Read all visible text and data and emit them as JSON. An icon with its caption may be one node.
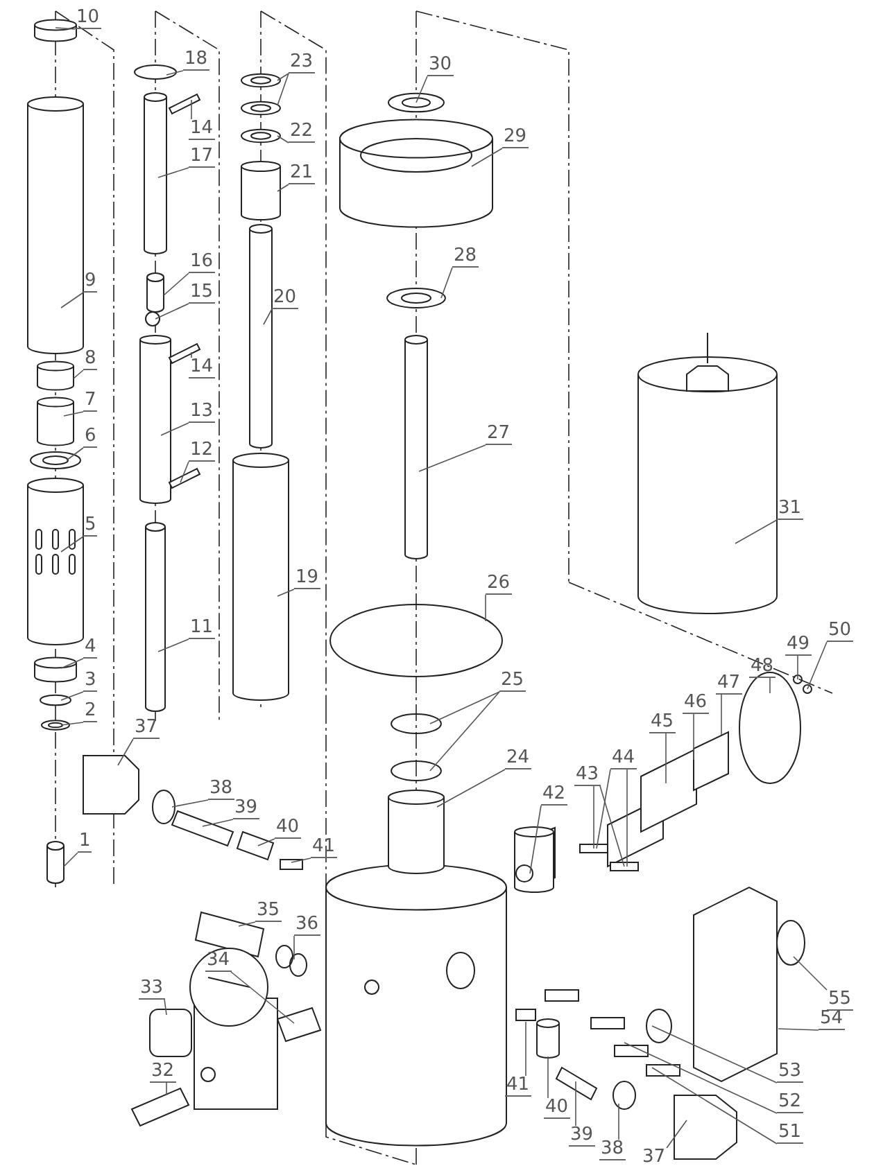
{
  "diagram": {
    "nodes": [
      {
        "text": [
          "10"
        ]
      },
      {
        "text": [
          "18"
        ]
      },
      {
        "text": [
          "23"
        ]
      },
      {
        "text": [
          "30"
        ]
      },
      {
        "text": [
          "14"
        ]
      },
      {
        "text": [
          "22"
        ]
      },
      {
        "text": [
          "29"
        ]
      },
      {
        "text": [
          "17"
        ]
      },
      {
        "text": [
          "21"
        ]
      },
      {
        "text": [
          "16"
        ]
      },
      {
        "text": [
          "15"
        ]
      },
      {
        "text": [
          "28"
        ]
      },
      {
        "text": [
          "9"
        ]
      },
      {
        "text": [
          "20"
        ]
      },
      {
        "text": [
          "14"
        ]
      },
      {
        "text": [
          "8"
        ]
      },
      {
        "text": [
          "7"
        ]
      },
      {
        "text": [
          "13"
        ]
      },
      {
        "text": [
          "27"
        ]
      },
      {
        "text": [
          "31"
        ]
      },
      {
        "text": [
          "6"
        ]
      },
      {
        "text": [
          "12"
        ]
      },
      {
        "text": [
          "5"
        ]
      },
      {
        "text": [
          "19"
        ]
      },
      {
        "text": [
          "26"
        ]
      },
      {
        "text": [
          "11"
        ]
      },
      {
        "text": [
          "4"
        ]
      },
      {
        "text": [
          "25"
        ]
      },
      {
        "text": [
          "50"
        ]
      },
      {
        "text": [
          "49"
        ]
      },
      {
        "text": [
          "48"
        ]
      },
      {
        "text": [
          "47"
        ]
      },
      {
        "text": [
          "46"
        ]
      },
      {
        "text": [
          "45"
        ]
      },
      {
        "text": [
          "3"
        ]
      },
      {
        "text": [
          "2"
        ]
      },
      {
        "text": [
          "37"
        ]
      },
      {
        "text": [
          "24"
        ]
      },
      {
        "text": [
          "44"
        ]
      },
      {
        "text": [
          "43"
        ]
      },
      {
        "text": [
          "42"
        ]
      },
      {
        "text": [
          "38"
        ]
      },
      {
        "text": [
          "39"
        ]
      },
      {
        "text": [
          "40"
        ]
      },
      {
        "text": [
          "41"
        ]
      },
      {
        "text": [
          "1"
        ]
      },
      {
        "text": [
          "35"
        ]
      },
      {
        "text": [
          "36"
        ]
      },
      {
        "text": [
          "55"
        ]
      },
      {
        "text": [
          "34"
        ]
      },
      {
        "text": [
          "54"
        ]
      },
      {
        "text": [
          "33"
        ]
      },
      {
        "text": [
          "53"
        ]
      },
      {
        "text": [
          "52"
        ]
      },
      {
        "text": [
          "32"
        ]
      },
      {
        "text": [
          "51"
        ]
      },
      {
        "text": [
          "41"
        ]
      },
      {
        "text": [
          "40"
        ]
      },
      {
        "text": [
          "39"
        ]
      },
      {
        "text": [
          "38"
        ]
      },
      {
        "text": [
          "37"
        ]
      }
    ],
    "edges": [
      {
        "from": 0,
        "to": null,
        "arrow": "none"
      },
      {
        "from": 1,
        "to": null,
        "arrow": "none"
      },
      {
        "from": 2,
        "to": null,
        "arrow": "none"
      },
      {
        "from": 2,
        "to": null,
        "arrow": "none"
      },
      {
        "from": 3,
        "to": null,
        "arrow": "none"
      },
      {
        "from": 4,
        "to": null,
        "arrow": "none"
      },
      {
        "from": 5,
        "to": null,
        "arrow": "none"
      },
      {
        "from": 6,
        "to": null,
        "arrow": "none"
      },
      {
        "from": 7,
        "to": null,
        "arrow": "none"
      },
      {
        "from": 8,
        "to": null,
        "arrow": "none"
      },
      {
        "from": 9,
        "to": null,
        "arrow": "none"
      },
      {
        "from": 10,
        "to": null,
        "arrow": "none"
      },
      {
        "from": 11,
        "to": null,
        "arrow": "none"
      },
      {
        "from": 12,
        "to": null,
        "arrow": "none"
      },
      {
        "from": 13,
        "to": null,
        "arrow": "none"
      },
      {
        "from": 14,
        "to": null,
        "arrow": "none"
      },
      {
        "from": 15,
        "to": null,
        "arrow": "none"
      },
      {
        "from": 16,
        "to": null,
        "arrow": "none"
      },
      {
        "from": 17,
        "to": null,
        "arrow": "none"
      },
      {
        "from": 18,
        "to": null,
        "arrow": "none"
      },
      {
        "from": 19,
        "to": null,
        "arrow": "none"
      },
      {
        "from": 20,
        "to": null,
        "arrow": "none"
      },
      {
        "from": 21,
        "to": null,
        "arrow": "none"
      },
      {
        "from": 22,
        "to": null,
        "arrow": "none"
      },
      {
        "from": 23,
        "to": null,
        "arrow": "none"
      },
      {
        "from": 24,
        "to": null,
        "arrow": "none"
      },
      {
        "from": 25,
        "to": null,
        "arrow": "none"
      },
      {
        "from": 26,
        "to": null,
        "arrow": "none"
      },
      {
        "from": 27,
        "to": null,
        "arrow": "none"
      },
      {
        "from": 27,
        "to": null,
        "arrow": "none"
      },
      {
        "from": 28,
        "to": null,
        "arrow": "none"
      },
      {
        "from": 29,
        "to": null,
        "arrow": "none"
      },
      {
        "from": 30,
        "to": null,
        "arrow": "none"
      },
      {
        "from": 31,
        "to": null,
        "arrow": "none"
      },
      {
        "from": 32,
        "to": null,
        "arrow": "none"
      },
      {
        "from": 33,
        "to": null,
        "arrow": "none"
      },
      {
        "from": 34,
        "to": null,
        "arrow": "none"
      },
      {
        "from": 35,
        "to": null,
        "arrow": "none"
      },
      {
        "from": 36,
        "to": null,
        "arrow": "none"
      },
      {
        "from": 37,
        "to": null,
        "arrow": "none"
      },
      {
        "from": 38,
        "to": null,
        "arrow": "none"
      },
      {
        "from": 38,
        "to": null,
        "arrow": "none"
      },
      {
        "from": 39,
        "to": null,
        "arrow": "none"
      },
      {
        "from": 39,
        "to": null,
        "arrow": "none"
      },
      {
        "from": 40,
        "to": null,
        "arrow": "none"
      },
      {
        "from": 41,
        "to": null,
        "arrow": "none"
      },
      {
        "from": 42,
        "to": null,
        "arrow": "none"
      },
      {
        "from": 43,
        "to": null,
        "arrow": "none"
      },
      {
        "from": 44,
        "to": null,
        "arrow": "none"
      },
      {
        "from": 45,
        "to": null,
        "arrow": "none"
      },
      {
        "from": 46,
        "to": null,
        "arrow": "none"
      },
      {
        "from": 47,
        "to": null,
        "arrow": "none"
      },
      {
        "from": 48,
        "to": null,
        "arrow": "none"
      },
      {
        "from": 49,
        "to": null,
        "arrow": "none"
      },
      {
        "from": 50,
        "to": null,
        "arrow": "none"
      },
      {
        "from": 51,
        "to": null,
        "arrow": "none"
      },
      {
        "from": 52,
        "to": null,
        "arrow": "none"
      },
      {
        "from": 53,
        "to": null,
        "arrow": "none"
      },
      {
        "from": 54,
        "to": null,
        "arrow": "none"
      },
      {
        "from": 55,
        "to": null,
        "arrow": "none"
      },
      {
        "from": 56,
        "to": null,
        "arrow": "none"
      },
      {
        "from": 57,
        "to": null,
        "arrow": "none"
      },
      {
        "from": 58,
        "to": null,
        "arrow": "none"
      },
      {
        "from": 59,
        "to": null,
        "arrow": "none"
      },
      {
        "from": 60,
        "to": null,
        "arrow": "none"
      }
    ]
  }
}
